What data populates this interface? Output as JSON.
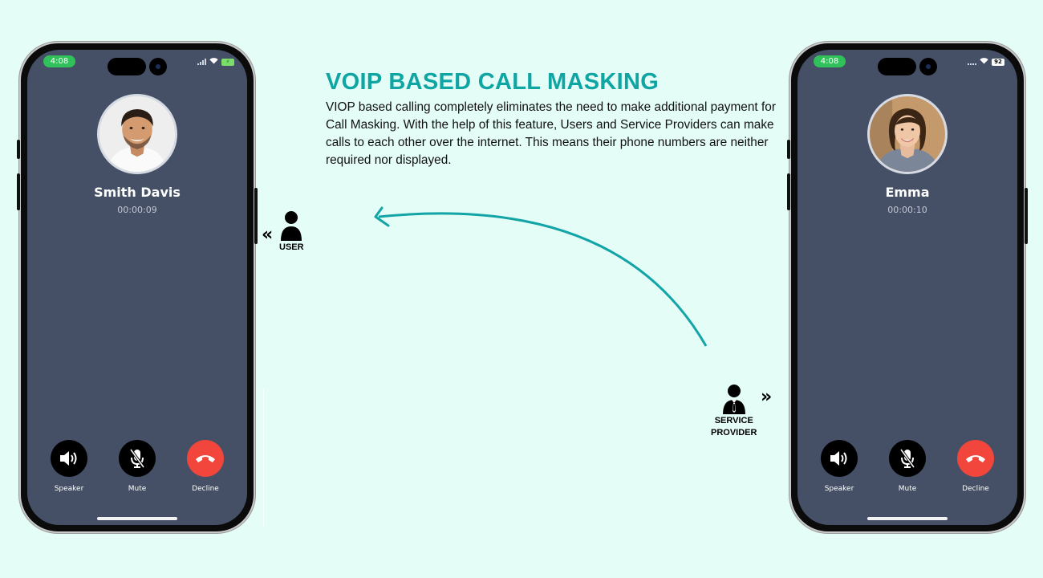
{
  "headline": "VOIP BASED CALL MASKING",
  "description": "VIOP based calling completely eliminates the need to make additional payment for Call Masking. With the help of this feature, Users and Service Providers can make calls to each other over the internet. This means their phone numbers are neither required nor displayed.",
  "colors": {
    "accent": "#0fa5a3",
    "background": "#e4fdf7",
    "screen": "#455066",
    "decline": "#f2453b",
    "status_pill": "#30c15a"
  },
  "roles": {
    "user": {
      "label": "USER",
      "icon": "user-icon"
    },
    "service_provider": {
      "label_line1": "SERVICE",
      "label_line2": "PROVIDER",
      "icon": "service-provider-icon"
    }
  },
  "phones": {
    "left": {
      "status_time": "4:08",
      "caller_name": "Smith Davis",
      "call_timer": "00:00:09",
      "avatar": "man-avatar",
      "controls": [
        {
          "label": "Speaker",
          "icon": "speaker-icon"
        },
        {
          "label": "Mute",
          "icon": "mute-mic-icon"
        },
        {
          "label": "Decline",
          "icon": "decline-phone-icon"
        }
      ]
    },
    "right": {
      "status_time": "4:08",
      "battery": "92",
      "caller_name": "Emma",
      "call_timer": "00:00:10",
      "avatar": "woman-avatar",
      "controls": [
        {
          "label": "Speaker",
          "icon": "speaker-icon"
        },
        {
          "label": "Mute",
          "icon": "mute-mic-icon"
        },
        {
          "label": "Decline",
          "icon": "decline-phone-icon"
        }
      ]
    }
  }
}
